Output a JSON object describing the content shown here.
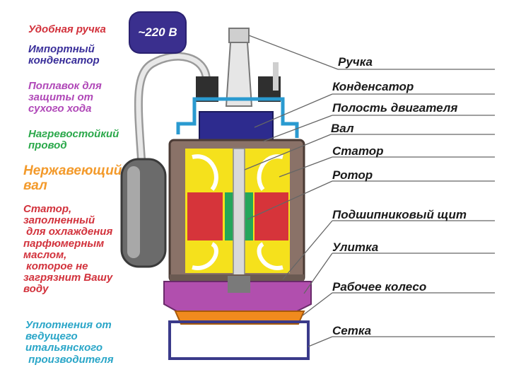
{
  "voltage_badge": "~220 В",
  "left_notes": [
    {
      "text": "Удобная ручка",
      "color": "#d2323c"
    },
    {
      "text": "Импортный\nконденсатор",
      "color": "#3a2f9a"
    },
    {
      "text": "Поплавок для\nзащиты от\nсухого хода",
      "color": "#b048b8"
    },
    {
      "text": "Нагревостойкий\nпровод",
      "color": "#2aa84a"
    },
    {
      "text": "Нержавеющий\nвал",
      "color": "#f39a2b"
    },
    {
      "text": "Статор,\nзаполненный\n для охлаждения\nпарфюмерным\nмаслом,\n которое не\nзагрязнит Вашу\nводу",
      "color": "#d2323c"
    },
    {
      "text": "Уплотнения от\nведущего\nитальянского\n производителя",
      "color": "#2aa6c8"
    }
  ],
  "part_labels": [
    "Ручка",
    "Конденсатор",
    "Полость двигателя",
    "Вал",
    "Статор",
    "Ротор",
    "Подшипниковый щит",
    "Улитка",
    "Рабочее колесо",
    "Сетка"
  ],
  "colors": {
    "housing": "#8a7268",
    "stator_fill": "#f5e11c",
    "winding": "#d6343a",
    "rotor": "#24a65a",
    "shaft": "#d9d9d9",
    "capacitor": "#2d2b8e",
    "seal": "#2a9ad0",
    "volute": "#b14fae",
    "impeller": "#f08a1e",
    "screen": "#3a3a8a"
  }
}
